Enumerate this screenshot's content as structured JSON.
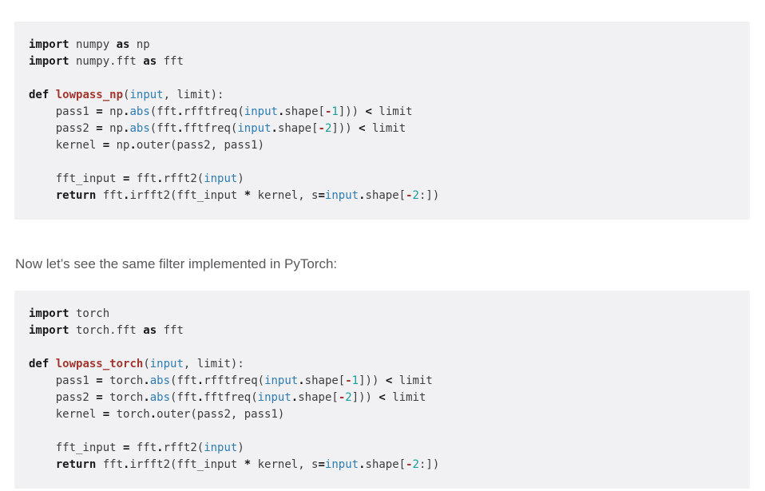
{
  "page": {
    "paragraph": "Now let’s see the same filter implemented in PyTorch:"
  },
  "colors": {
    "code_bg": "#f1f1f4",
    "code_text": "#3d3d40",
    "keyword": "#19191b",
    "function_red": "#a2362e",
    "builtin_blue": "#2d7db3",
    "number_teal": "#169e98",
    "body_text": "#58585a",
    "page_bg": "#ffffff"
  },
  "code_blocks": [
    {
      "name": "numpy-lowpass-code",
      "language": "python",
      "lines": [
        [
          [
            "k",
            "import"
          ],
          [
            "t",
            " numpy "
          ],
          [
            "k",
            "as"
          ],
          [
            "t",
            " np"
          ]
        ],
        [
          [
            "k",
            "import"
          ],
          [
            "t",
            " numpy.fft "
          ],
          [
            "k",
            "as"
          ],
          [
            "t",
            " fft"
          ]
        ],
        [],
        [
          [
            "k",
            "def"
          ],
          [
            "t",
            " "
          ],
          [
            "f",
            "lowpass_np"
          ],
          [
            "t",
            "("
          ],
          [
            "b",
            "input"
          ],
          [
            "t",
            ", limit):"
          ]
        ],
        [
          [
            "t",
            "    pass1 "
          ],
          [
            "o",
            "="
          ],
          [
            "t",
            " np"
          ],
          [
            "o",
            "."
          ],
          [
            "b",
            "abs"
          ],
          [
            "t",
            "(fft"
          ],
          [
            "o",
            "."
          ],
          [
            "t",
            "rfftfreq("
          ],
          [
            "b",
            "input"
          ],
          [
            "o",
            "."
          ],
          [
            "t",
            "shape["
          ],
          [
            "m",
            "-"
          ],
          [
            "n",
            "1"
          ],
          [
            "t",
            "])) "
          ],
          [
            "o",
            "<"
          ],
          [
            "t",
            " limit"
          ]
        ],
        [
          [
            "t",
            "    pass2 "
          ],
          [
            "o",
            "="
          ],
          [
            "t",
            " np"
          ],
          [
            "o",
            "."
          ],
          [
            "b",
            "abs"
          ],
          [
            "t",
            "(fft"
          ],
          [
            "o",
            "."
          ],
          [
            "t",
            "fftfreq("
          ],
          [
            "b",
            "input"
          ],
          [
            "o",
            "."
          ],
          [
            "t",
            "shape["
          ],
          [
            "m",
            "-"
          ],
          [
            "n",
            "2"
          ],
          [
            "t",
            "])) "
          ],
          [
            "o",
            "<"
          ],
          [
            "t",
            " limit"
          ]
        ],
        [
          [
            "t",
            "    kernel "
          ],
          [
            "o",
            "="
          ],
          [
            "t",
            " np"
          ],
          [
            "o",
            "."
          ],
          [
            "t",
            "outer(pass2, pass1)"
          ]
        ],
        [],
        [
          [
            "t",
            "    fft_input "
          ],
          [
            "o",
            "="
          ],
          [
            "t",
            " fft"
          ],
          [
            "o",
            "."
          ],
          [
            "t",
            "rfft2("
          ],
          [
            "b",
            "input"
          ],
          [
            "t",
            ")"
          ]
        ],
        [
          [
            "t",
            "    "
          ],
          [
            "k",
            "return"
          ],
          [
            "t",
            " fft"
          ],
          [
            "o",
            "."
          ],
          [
            "t",
            "irfft2(fft_input "
          ],
          [
            "o",
            "*"
          ],
          [
            "t",
            " kernel, s"
          ],
          [
            "o",
            "="
          ],
          [
            "b",
            "input"
          ],
          [
            "o",
            "."
          ],
          [
            "t",
            "shape["
          ],
          [
            "m",
            "-"
          ],
          [
            "n",
            "2"
          ],
          [
            "t",
            ":])"
          ]
        ]
      ]
    },
    {
      "name": "pytorch-lowpass-code",
      "language": "python",
      "lines": [
        [
          [
            "k",
            "import"
          ],
          [
            "t",
            " torch"
          ]
        ],
        [
          [
            "k",
            "import"
          ],
          [
            "t",
            " torch.fft "
          ],
          [
            "k",
            "as"
          ],
          [
            "t",
            " fft"
          ]
        ],
        [],
        [
          [
            "k",
            "def"
          ],
          [
            "t",
            " "
          ],
          [
            "f",
            "lowpass_torch"
          ],
          [
            "t",
            "("
          ],
          [
            "b",
            "input"
          ],
          [
            "t",
            ", limit):"
          ]
        ],
        [
          [
            "t",
            "    pass1 "
          ],
          [
            "o",
            "="
          ],
          [
            "t",
            " torch"
          ],
          [
            "o",
            "."
          ],
          [
            "b",
            "abs"
          ],
          [
            "t",
            "(fft"
          ],
          [
            "o",
            "."
          ],
          [
            "t",
            "rfftfreq("
          ],
          [
            "b",
            "input"
          ],
          [
            "o",
            "."
          ],
          [
            "t",
            "shape["
          ],
          [
            "m",
            "-"
          ],
          [
            "n",
            "1"
          ],
          [
            "t",
            "])) "
          ],
          [
            "o",
            "<"
          ],
          [
            "t",
            " limit"
          ]
        ],
        [
          [
            "t",
            "    pass2 "
          ],
          [
            "o",
            "="
          ],
          [
            "t",
            " torch"
          ],
          [
            "o",
            "."
          ],
          [
            "b",
            "abs"
          ],
          [
            "t",
            "(fft"
          ],
          [
            "o",
            "."
          ],
          [
            "t",
            "fftfreq("
          ],
          [
            "b",
            "input"
          ],
          [
            "o",
            "."
          ],
          [
            "t",
            "shape["
          ],
          [
            "m",
            "-"
          ],
          [
            "n",
            "2"
          ],
          [
            "t",
            "])) "
          ],
          [
            "o",
            "<"
          ],
          [
            "t",
            " limit"
          ]
        ],
        [
          [
            "t",
            "    kernel "
          ],
          [
            "o",
            "="
          ],
          [
            "t",
            " torch"
          ],
          [
            "o",
            "."
          ],
          [
            "t",
            "outer(pass2, pass1)"
          ]
        ],
        [],
        [
          [
            "t",
            "    fft_input "
          ],
          [
            "o",
            "="
          ],
          [
            "t",
            " fft"
          ],
          [
            "o",
            "."
          ],
          [
            "t",
            "rfft2("
          ],
          [
            "b",
            "input"
          ],
          [
            "t",
            ")"
          ]
        ],
        [
          [
            "t",
            "    "
          ],
          [
            "k",
            "return"
          ],
          [
            "t",
            " fft"
          ],
          [
            "o",
            "."
          ],
          [
            "t",
            "irfft2(fft_input "
          ],
          [
            "o",
            "*"
          ],
          [
            "t",
            " kernel, s"
          ],
          [
            "o",
            "="
          ],
          [
            "b",
            "input"
          ],
          [
            "o",
            "."
          ],
          [
            "t",
            "shape["
          ],
          [
            "m",
            "-"
          ],
          [
            "n",
            "2"
          ],
          [
            "t",
            ":])"
          ]
        ]
      ]
    }
  ]
}
